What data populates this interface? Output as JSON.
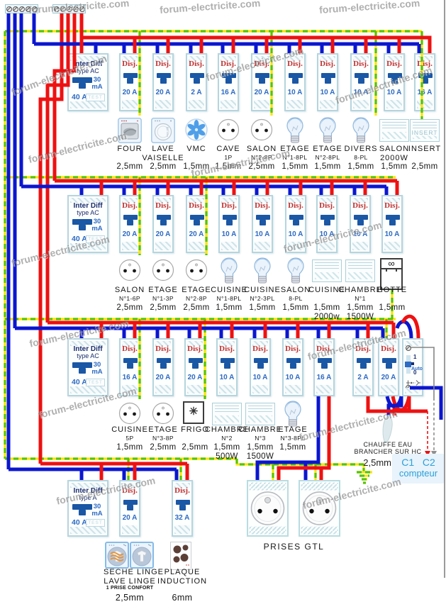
{
  "watermark": "forum-electricite.com",
  "colors": {
    "wire_blue": "#0b16cf",
    "wire_red": "#ee1111",
    "earth_green": "#55c400",
    "earth_yellow": "#ffe400",
    "breaker_border": "#b5d5de",
    "disj_red": "#c03030",
    "amp_blue": "#2d6bc4",
    "navy": "#1b2f6e",
    "c1c2_blue": "#2aa0dc"
  },
  "terminal_blocks": [
    {
      "name": "neutral-terminal-block",
      "screws": 5
    },
    {
      "name": "phase-terminal-block",
      "screws": 5
    }
  ],
  "rows": [
    {
      "interdiff": {
        "title": "Inter Diff",
        "type": "type AC",
        "ma1": "30",
        "ma2": "mA",
        "amp": "40 A",
        "test": "TEST"
      },
      "breakers": [
        {
          "amp": "20 A",
          "icon": "oven",
          "line1": "FOUR",
          "line2": "",
          "l2big": false,
          "mm": "2,5mm",
          "watt": ""
        },
        {
          "amp": "20 A",
          "icon": "dishwasher",
          "line1": "LAVE",
          "line2": "VAISELLE",
          "l2big": true,
          "mm": "2,5mm",
          "watt": ""
        },
        {
          "amp": "2 A",
          "icon": "fan",
          "line1": "VMC",
          "line2": "",
          "l2big": false,
          "mm": "1,5mm",
          "watt": ""
        },
        {
          "amp": "16 A",
          "icon": "socket",
          "line1": "CAVE",
          "line2": "1P",
          "l2big": false,
          "mm": "1,5mm",
          "watt": ""
        },
        {
          "amp": "20 A",
          "icon": "socket",
          "line1": "SALON",
          "line2": "N°2-8P",
          "l2big": false,
          "mm": "2,5mm",
          "watt": ""
        },
        {
          "amp": "10 A",
          "icon": "bulb",
          "line1": "ETAGE",
          "line2": "N°1-8PL",
          "l2big": false,
          "mm": "1,5mm",
          "watt": ""
        },
        {
          "amp": "10 A",
          "icon": "bulb",
          "line1": "ETAGE",
          "line2": "N°2-8PL",
          "l2big": false,
          "mm": "1,5mm",
          "watt": ""
        },
        {
          "amp": "10 A",
          "icon": "bulb",
          "line1": "DIVERS",
          "line2": "8-PL",
          "l2big": false,
          "mm": "1,5mm",
          "watt": ""
        },
        {
          "amp": "10 A",
          "icon": "heater",
          "line1": "SALON",
          "line2": "2000W",
          "l2big": true,
          "mm": "1,5mm",
          "watt": ""
        },
        {
          "amp": "16 A",
          "icon": "insert",
          "line1": "INSERT",
          "line2": "",
          "l2big": false,
          "mm": "2,5mm",
          "watt": ""
        }
      ]
    },
    {
      "interdiff": {
        "title": "Inter Diff",
        "type": "type AC",
        "ma1": "30",
        "ma2": "mA",
        "amp": "40 A",
        "test": "TEST"
      },
      "breakers": [
        {
          "amp": "20 A",
          "icon": "socket",
          "line1": "SALON",
          "line2": "N°1-6P",
          "l2big": false,
          "mm": "2,5mm",
          "watt": ""
        },
        {
          "amp": "20 A",
          "icon": "socket",
          "line1": "ETAGE",
          "line2": "N°1-3P",
          "l2big": false,
          "mm": "2,5mm",
          "watt": ""
        },
        {
          "amp": "20 A",
          "icon": "socket",
          "line1": "ETAGE",
          "line2": "N°2-8P",
          "l2big": false,
          "mm": "2,5mm",
          "watt": ""
        },
        {
          "amp": "10 A",
          "icon": "bulb",
          "line1": "CUISINE",
          "line2": "N°1-8PL",
          "l2big": false,
          "mm": "1,5mm",
          "watt": ""
        },
        {
          "amp": "10 A",
          "icon": "bulb",
          "line1": "CUISINE",
          "line2": "N°2-3PL",
          "l2big": false,
          "mm": "1,5mm",
          "watt": ""
        },
        {
          "amp": "10 A",
          "icon": "bulb",
          "line1": "SALON",
          "line2": "8-PL",
          "l2big": false,
          "mm": "1,5mm",
          "watt": ""
        },
        {
          "amp": "10 A",
          "icon": "heater",
          "line1": "CUISINE",
          "line2": "",
          "l2big": false,
          "mm": "1,5mm",
          "watt": "2000w"
        },
        {
          "amp": "10 A",
          "icon": "heater",
          "line1": "CHAMBRE",
          "line2": "N°1",
          "l2big": false,
          "mm": "1,5mm",
          "watt": "1500W"
        },
        {
          "amp": "10 A",
          "icon": "hood",
          "line1": "HOTTE",
          "line2": "",
          "l2big": false,
          "mm": "1,5mm",
          "watt": ""
        }
      ]
    },
    {
      "interdiff": {
        "title": "Inter Diff",
        "type": "type AC",
        "ma1": "30",
        "ma2": "mA",
        "amp": "40 A",
        "test": "TEST"
      },
      "breakers": [
        {
          "amp": "16 A",
          "icon": "socket",
          "line1": "CUISINE",
          "line2": "5P",
          "l2big": false,
          "mm": "1,5mm",
          "watt": ""
        },
        {
          "amp": "20 A",
          "icon": "socket",
          "line1": "ETAGE",
          "line2": "N°3-8P",
          "l2big": false,
          "mm": "2,5mm",
          "watt": ""
        },
        {
          "amp": "20 A",
          "icon": "fridge",
          "line1": "FRIGO",
          "line2": "",
          "l2big": false,
          "mm": "2,5mm",
          "watt": ""
        },
        {
          "amp": "10 A",
          "icon": "heater",
          "line1": "CHAMBRE",
          "line2": "N°2",
          "l2big": false,
          "mm": "1,5mm",
          "watt": "500W"
        },
        {
          "amp": "10 A",
          "icon": "heater",
          "line1": "CHAMBRE",
          "line2": "N°3",
          "l2big": false,
          "mm": "1,5mm",
          "watt": "1500W"
        },
        {
          "amp": "10 A",
          "icon": "bulb",
          "line1": "ETAGE",
          "line2": "N°3-8PL",
          "l2big": false,
          "mm": "1,5mm",
          "watt": ""
        },
        {
          "amp": "16 A",
          "icon": "none"
        },
        {
          "amp": "2 A",
          "icon": "none"
        },
        {
          "amp": "20 A",
          "icon": "none"
        }
      ],
      "contactor": {
        "on": "1",
        "auto": "Auto",
        "off": "0"
      }
    },
    {
      "interdiff": {
        "title": "Inter Diff",
        "type": "type A",
        "ma1": "30",
        "ma2": "mA",
        "amp": "40 A",
        "test": "TEST"
      },
      "breakers": [
        {
          "amp": "20 A",
          "icon": "laundry",
          "line1": "SECHE LINGE",
          "line2": "LAVE LINGE",
          "l2big": true,
          "note": "1 PRISE CONFORT",
          "mm": "2,5mm",
          "watt": ""
        },
        {
          "amp": "32 A",
          "icon": "induction",
          "line1": "PLAQUE",
          "line2": "INDUCTION",
          "l2big": true,
          "note": "",
          "mm": "6mm",
          "watt": ""
        }
      ]
    }
  ],
  "gtl": {
    "label": "PRISES GTL",
    "sockets": 2
  },
  "chauffe_eau": {
    "line1": "CHAUFFE EAU",
    "line2": "BRANCHER SUR HC",
    "mm": "2,5mm"
  },
  "meter": {
    "c1": "C1",
    "c2": "C2",
    "label": "compteur"
  }
}
